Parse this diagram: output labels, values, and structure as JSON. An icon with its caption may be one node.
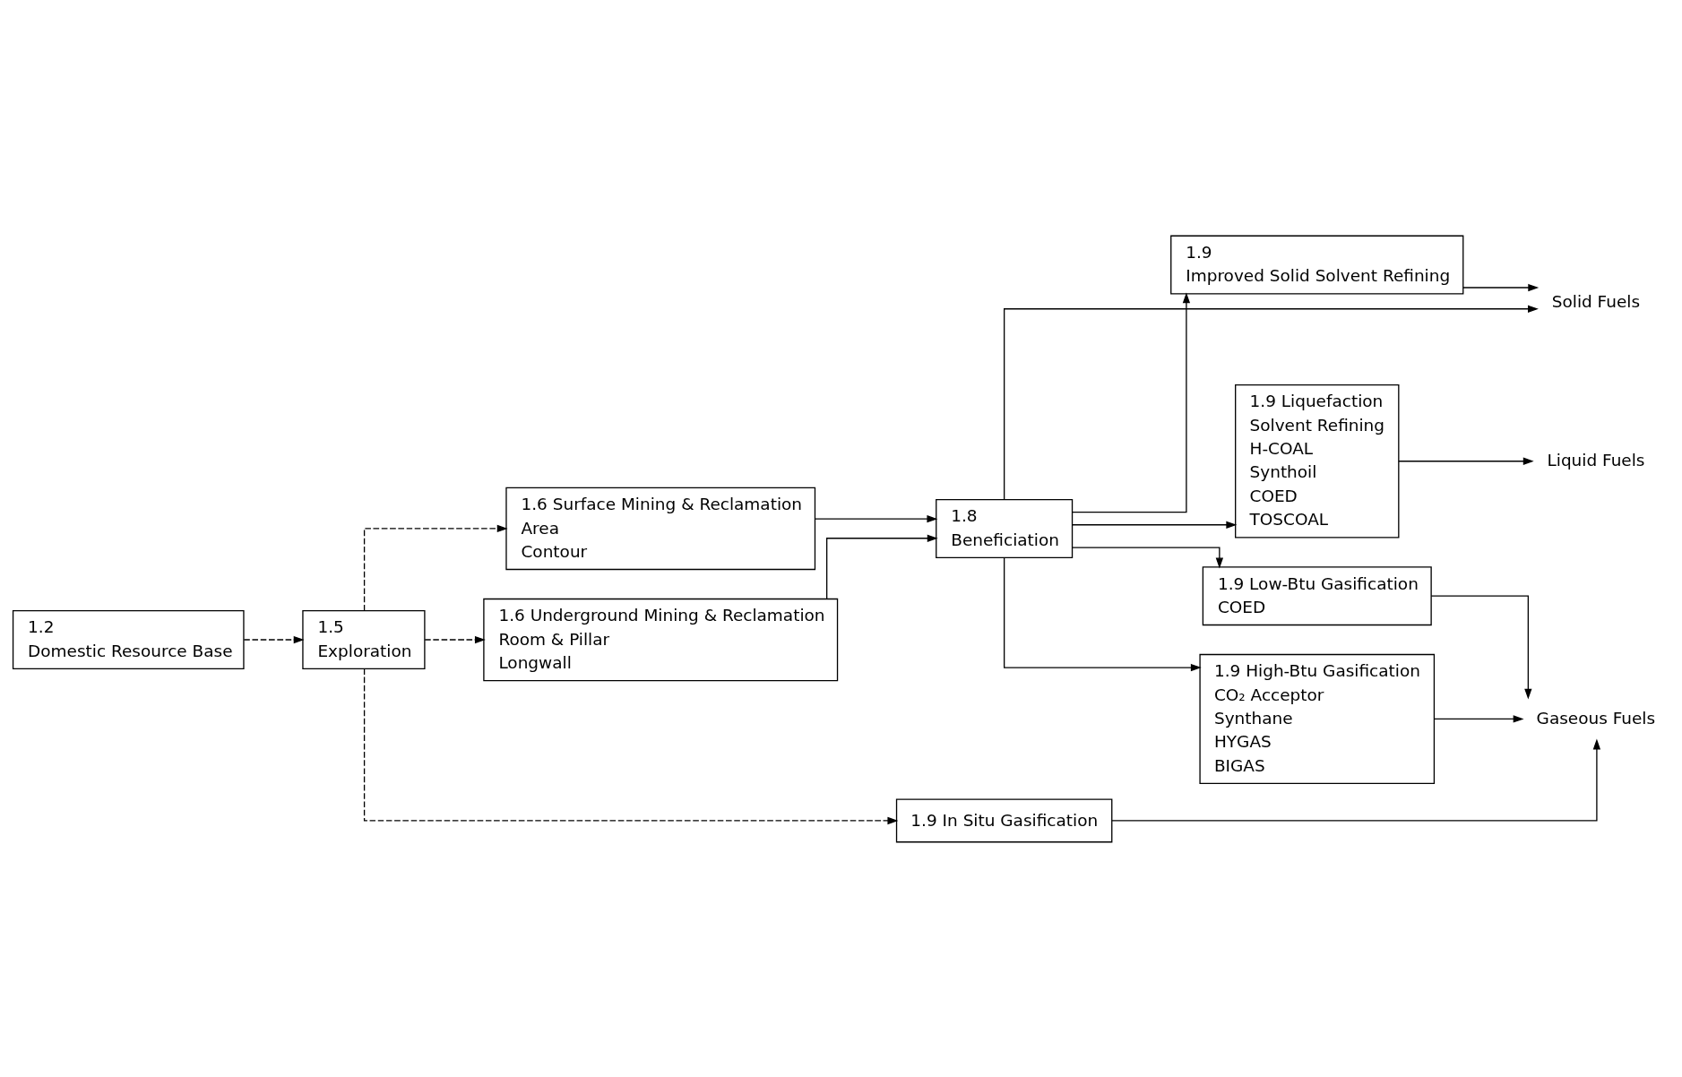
{
  "diagram": {
    "nodes": [
      {
        "text": [
          "1.2",
          "Domestic Resource Base"
        ]
      },
      {
        "text": [
          "1.5",
          "Exploration"
        ]
      },
      {
        "text": [
          "1.6 Surface Mining & Reclamation",
          "Area",
          "Contour"
        ]
      },
      {
        "text": [
          "1.6 Underground Mining & Reclamation",
          "Room & Pillar",
          "Longwall"
        ]
      },
      {
        "text": [
          "1.8",
          "Beneficiation"
        ]
      },
      {
        "text": [
          "1.9",
          "Improved Solid Solvent Refining"
        ]
      },
      {
        "text": [
          "1.9 Liquefaction",
          "Solvent Refining",
          "H-COAL",
          "Synthoil",
          "COED",
          "TOSCOAL"
        ]
      },
      {
        "text": [
          "1.9 Low-Btu Gasification",
          "COED"
        ]
      },
      {
        "text": [
          "1.9 High-Btu Gasification",
          "CO₂ Acceptor",
          "Synthane",
          "HYGAS",
          "BIGAS"
        ]
      },
      {
        "text": [
          "1.9 In Situ Gasification"
        ]
      },
      {
        "text": [
          "Solid Fuels"
        ]
      },
      {
        "text": [
          "Liquid Fuels"
        ]
      },
      {
        "text": [
          "Gaseous Fuels"
        ]
      }
    ],
    "edges": [
      {
        "from": 0,
        "to": 1,
        "arrow": "to",
        "style": "dashed"
      },
      {
        "from": 1,
        "to": 2,
        "arrow": "to",
        "style": "dashed"
      },
      {
        "from": 1,
        "to": 3,
        "arrow": "to",
        "style": "dashed"
      },
      {
        "from": 1,
        "to": 9,
        "arrow": "to",
        "style": "dashed"
      },
      {
        "from": 2,
        "to": 4,
        "arrow": "to"
      },
      {
        "from": 3,
        "to": 4,
        "arrow": "to"
      },
      {
        "from": 4,
        "to": 5,
        "arrow": "to"
      },
      {
        "from": 4,
        "to": 6,
        "arrow": "to"
      },
      {
        "from": 4,
        "to": 7,
        "arrow": "to"
      },
      {
        "from": 4,
        "to": 8,
        "arrow": "to"
      },
      {
        "from": 4,
        "to": 10,
        "arrow": "to"
      },
      {
        "from": 5,
        "to": 10,
        "arrow": "to"
      },
      {
        "from": 6,
        "to": 11,
        "arrow": "to"
      },
      {
        "from": 7,
        "to": 12,
        "arrow": "to"
      },
      {
        "from": 8,
        "to": 12,
        "arrow": "to"
      },
      {
        "from": 9,
        "to": 12,
        "arrow": "to"
      }
    ]
  }
}
